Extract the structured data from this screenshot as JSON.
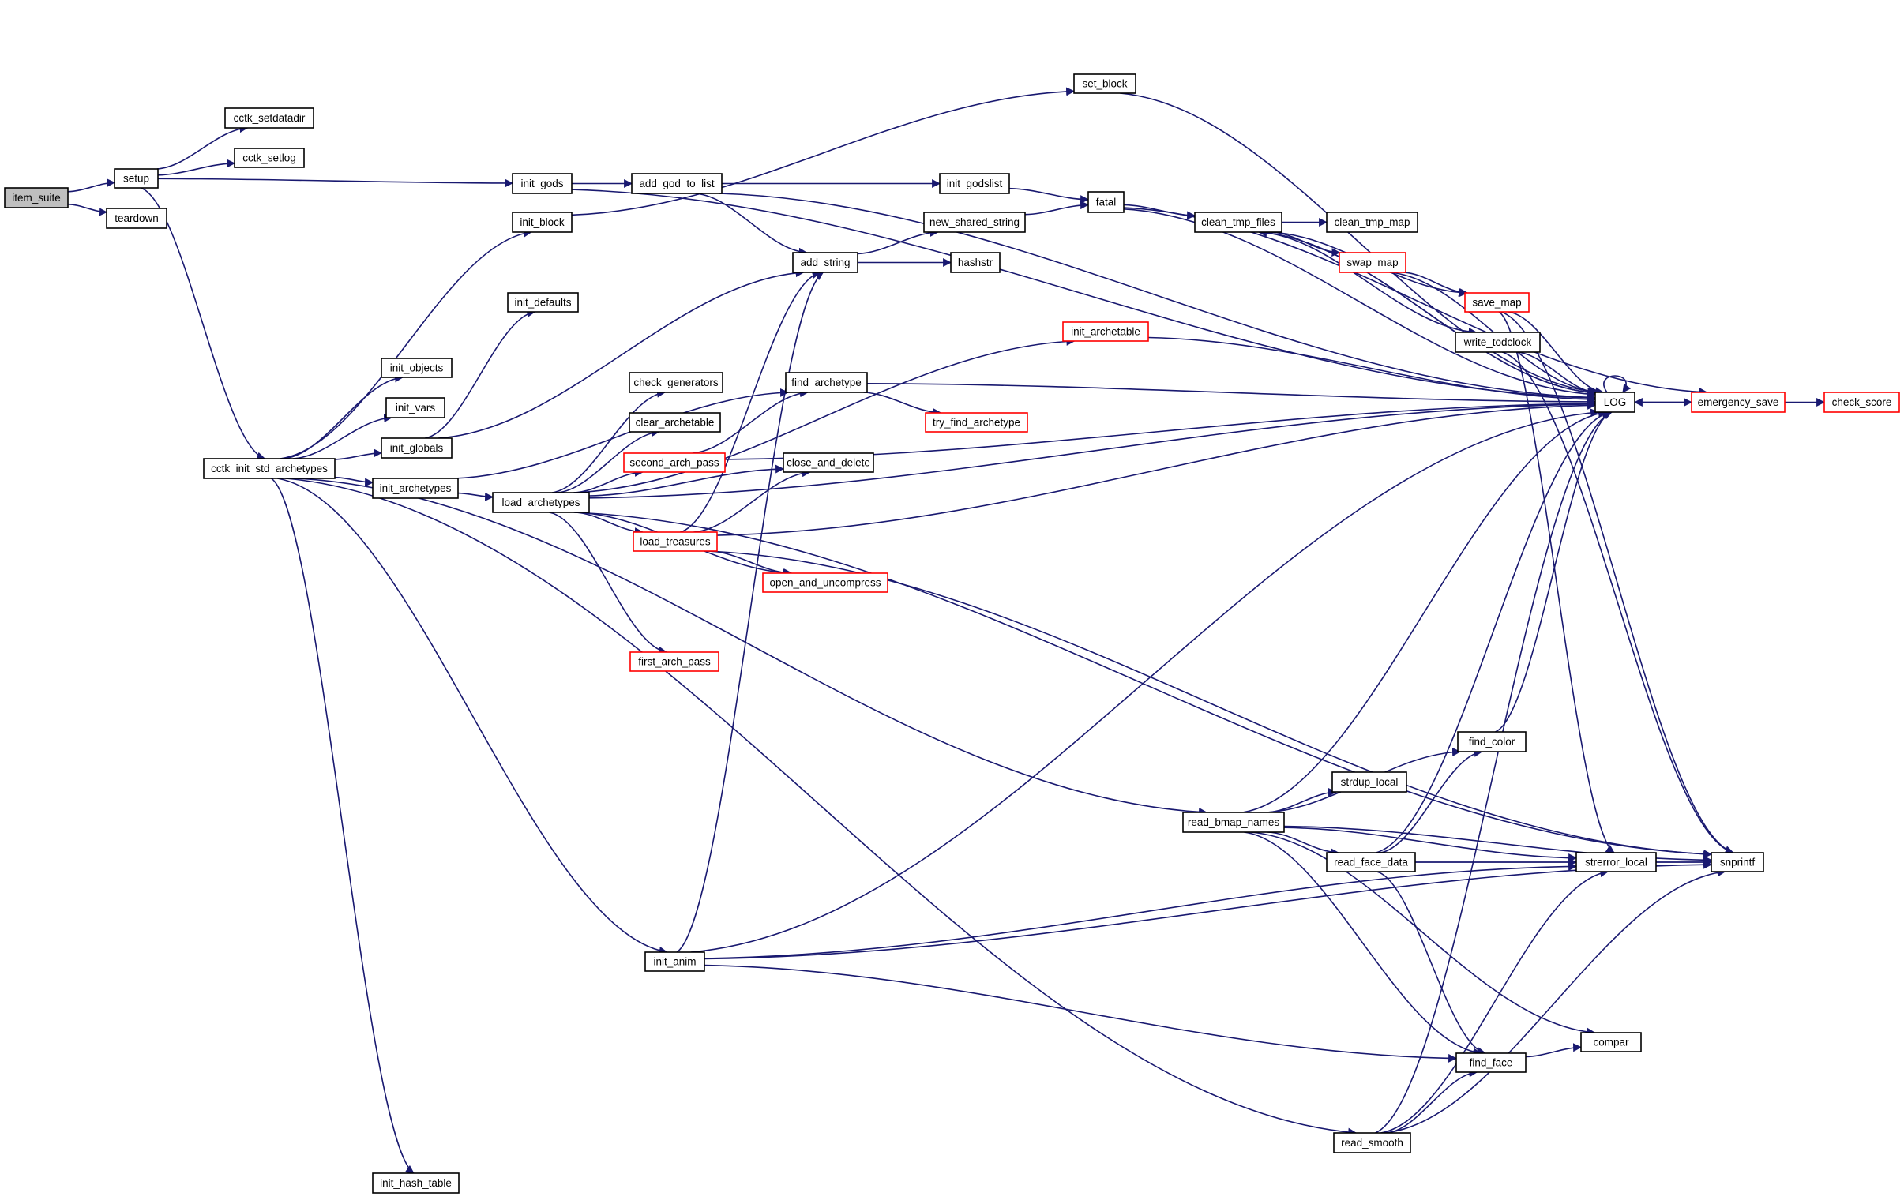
{
  "title": "item_suite call graph",
  "colors": {
    "edge": "#191970",
    "node_border": "#000000",
    "node_border_truncated": "#ff0000",
    "root_fill": "#bfbfbf",
    "node_fill": "#ffffff"
  },
  "nodes": [
    {
      "id": "item_suite",
      "label": "item_suite",
      "style": "root"
    },
    {
      "id": "setup",
      "label": "setup",
      "style": "normal"
    },
    {
      "id": "teardown",
      "label": "teardown",
      "style": "normal"
    },
    {
      "id": "cctk_setdatadir",
      "label": "cctk_setdatadir",
      "style": "normal"
    },
    {
      "id": "cctk_setlog",
      "label": "cctk_setlog",
      "style": "normal"
    },
    {
      "id": "init_gods",
      "label": "init_gods",
      "style": "normal"
    },
    {
      "id": "add_god_to_list",
      "label": "add_god_to_list",
      "style": "normal"
    },
    {
      "id": "init_godslist",
      "label": "init_godslist",
      "style": "normal"
    },
    {
      "id": "set_block",
      "label": "set_block",
      "style": "normal"
    },
    {
      "id": "fatal",
      "label": "fatal",
      "style": "normal"
    },
    {
      "id": "init_block",
      "label": "init_block",
      "style": "normal"
    },
    {
      "id": "new_shared_string",
      "label": "new_shared_string",
      "style": "normal"
    },
    {
      "id": "add_string",
      "label": "add_string",
      "style": "normal"
    },
    {
      "id": "hashstr",
      "label": "hashstr",
      "style": "normal"
    },
    {
      "id": "clean_tmp_files",
      "label": "clean_tmp_files",
      "style": "normal"
    },
    {
      "id": "clean_tmp_map",
      "label": "clean_tmp_map",
      "style": "normal"
    },
    {
      "id": "swap_map",
      "label": "swap_map",
      "style": "truncated"
    },
    {
      "id": "save_map",
      "label": "save_map",
      "style": "truncated"
    },
    {
      "id": "write_todclock",
      "label": "write_todclock",
      "style": "normal"
    },
    {
      "id": "init_defaults",
      "label": "init_defaults",
      "style": "normal"
    },
    {
      "id": "init_archetable",
      "label": "init_archetable",
      "style": "truncated"
    },
    {
      "id": "init_objects",
      "label": "init_objects",
      "style": "normal"
    },
    {
      "id": "find_archetype",
      "label": "find_archetype",
      "style": "normal"
    },
    {
      "id": "check_generators",
      "label": "check_generators",
      "style": "normal"
    },
    {
      "id": "try_find_archetype",
      "label": "try_find_archetype",
      "style": "truncated"
    },
    {
      "id": "LOG",
      "label": "LOG",
      "style": "normal"
    },
    {
      "id": "emergency_save",
      "label": "emergency_save",
      "style": "truncated"
    },
    {
      "id": "check_score",
      "label": "check_score",
      "style": "truncated"
    },
    {
      "id": "init_vars",
      "label": "init_vars",
      "style": "normal"
    },
    {
      "id": "clear_archetable",
      "label": "clear_archetable",
      "style": "normal"
    },
    {
      "id": "init_globals",
      "label": "init_globals",
      "style": "normal"
    },
    {
      "id": "second_arch_pass",
      "label": "second_arch_pass",
      "style": "truncated"
    },
    {
      "id": "close_and_delete",
      "label": "close_and_delete",
      "style": "normal"
    },
    {
      "id": "cctk_init_std_archetypes",
      "label": "cctk_init_std_archetypes",
      "style": "normal"
    },
    {
      "id": "init_archetypes",
      "label": "init_archetypes",
      "style": "normal"
    },
    {
      "id": "load_archetypes",
      "label": "load_archetypes",
      "style": "normal"
    },
    {
      "id": "load_treasures",
      "label": "load_treasures",
      "style": "truncated"
    },
    {
      "id": "open_and_uncompress",
      "label": "open_and_uncompress",
      "style": "truncated"
    },
    {
      "id": "first_arch_pass",
      "label": "first_arch_pass",
      "style": "truncated"
    },
    {
      "id": "find_color",
      "label": "find_color",
      "style": "normal"
    },
    {
      "id": "strdup_local",
      "label": "strdup_local",
      "style": "normal"
    },
    {
      "id": "read_bmap_names",
      "label": "read_bmap_names",
      "style": "normal"
    },
    {
      "id": "read_face_data",
      "label": "read_face_data",
      "style": "normal"
    },
    {
      "id": "strerror_local",
      "label": "strerror_local",
      "style": "normal"
    },
    {
      "id": "snprintf",
      "label": "snprintf",
      "style": "normal"
    },
    {
      "id": "init_anim",
      "label": "init_anim",
      "style": "normal"
    },
    {
      "id": "compar",
      "label": "compar",
      "style": "normal"
    },
    {
      "id": "find_face",
      "label": "find_face",
      "style": "normal"
    },
    {
      "id": "read_smooth",
      "label": "read_smooth",
      "style": "normal"
    },
    {
      "id": "init_hash_table",
      "label": "init_hash_table",
      "style": "normal"
    }
  ],
  "edges": [
    [
      "item_suite",
      "setup"
    ],
    [
      "item_suite",
      "teardown"
    ],
    [
      "setup",
      "cctk_setdatadir"
    ],
    [
      "setup",
      "cctk_setlog"
    ],
    [
      "setup",
      "init_gods"
    ],
    [
      "setup",
      "cctk_init_std_archetypes"
    ],
    [
      "init_gods",
      "add_god_to_list"
    ],
    [
      "init_gods",
      "LOG"
    ],
    [
      "add_god_to_list",
      "init_godslist"
    ],
    [
      "add_god_to_list",
      "add_string"
    ],
    [
      "add_god_to_list",
      "LOG"
    ],
    [
      "init_godslist",
      "fatal"
    ],
    [
      "init_block",
      "set_block"
    ],
    [
      "set_block",
      "LOG"
    ],
    [
      "add_string",
      "new_shared_string"
    ],
    [
      "add_string",
      "hashstr"
    ],
    [
      "new_shared_string",
      "fatal"
    ],
    [
      "fatal",
      "clean_tmp_files"
    ],
    [
      "fatal",
      "emergency_save"
    ],
    [
      "fatal",
      "LOG"
    ],
    [
      "clean_tmp_files",
      "clean_tmp_map"
    ],
    [
      "clean_tmp_files",
      "swap_map"
    ],
    [
      "clean_tmp_files",
      "save_map"
    ],
    [
      "clean_tmp_files",
      "write_todclock"
    ],
    [
      "clean_tmp_files",
      "LOG"
    ],
    [
      "swap_map",
      "save_map"
    ],
    [
      "swap_map",
      "LOG"
    ],
    [
      "save_map",
      "LOG"
    ],
    [
      "save_map",
      "snprintf"
    ],
    [
      "save_map",
      "strerror_local"
    ],
    [
      "write_todclock",
      "LOG"
    ],
    [
      "write_todclock",
      "snprintf"
    ],
    [
      "LOG",
      "LOG"
    ],
    [
      "LOG",
      "clean_tmp_files"
    ],
    [
      "LOG",
      "emergency_save"
    ],
    [
      "emergency_save",
      "LOG"
    ],
    [
      "emergency_save",
      "check_score"
    ],
    [
      "cctk_init_std_archetypes",
      "init_block"
    ],
    [
      "cctk_init_std_archetypes",
      "init_objects"
    ],
    [
      "cctk_init_std_archetypes",
      "init_vars"
    ],
    [
      "cctk_init_std_archetypes",
      "init_globals"
    ],
    [
      "cctk_init_std_archetypes",
      "init_archetypes"
    ],
    [
      "cctk_init_std_archetypes",
      "read_bmap_names"
    ],
    [
      "cctk_init_std_archetypes",
      "init_anim"
    ],
    [
      "cctk_init_std_archetypes",
      "read_smooth"
    ],
    [
      "cctk_init_std_archetypes",
      "init_hash_table"
    ],
    [
      "init_globals",
      "init_defaults"
    ],
    [
      "init_globals",
      "add_string"
    ],
    [
      "init_archetypes",
      "load_archetypes"
    ],
    [
      "init_archetypes",
      "find_archetype"
    ],
    [
      "load_archetypes",
      "check_generators"
    ],
    [
      "load_archetypes",
      "clear_archetable"
    ],
    [
      "load_archetypes",
      "second_arch_pass"
    ],
    [
      "load_archetypes",
      "close_and_delete"
    ],
    [
      "load_archetypes",
      "load_treasures"
    ],
    [
      "load_archetypes",
      "open_and_uncompress"
    ],
    [
      "load_archetypes",
      "first_arch_pass"
    ],
    [
      "load_archetypes",
      "init_archetable"
    ],
    [
      "load_archetypes",
      "LOG"
    ],
    [
      "load_archetypes",
      "snprintf"
    ],
    [
      "find_archetype",
      "try_find_archetype"
    ],
    [
      "find_archetype",
      "LOG"
    ],
    [
      "second_arch_pass",
      "find_archetype"
    ],
    [
      "second_arch_pass",
      "LOG"
    ],
    [
      "load_treasures",
      "add_string"
    ],
    [
      "load_treasures",
      "close_and_delete"
    ],
    [
      "load_treasures",
      "open_and_uncompress"
    ],
    [
      "load_treasures",
      "LOG"
    ],
    [
      "load_treasures",
      "snprintf"
    ],
    [
      "init_archetable",
      "LOG"
    ],
    [
      "read_bmap_names",
      "find_color"
    ],
    [
      "read_bmap_names",
      "strdup_local"
    ],
    [
      "read_bmap_names",
      "read_face_data"
    ],
    [
      "read_bmap_names",
      "strerror_local"
    ],
    [
      "read_bmap_names",
      "snprintf"
    ],
    [
      "read_bmap_names",
      "find_face"
    ],
    [
      "read_bmap_names",
      "compar"
    ],
    [
      "read_bmap_names",
      "LOG"
    ],
    [
      "read_face_data",
      "find_color"
    ],
    [
      "read_face_data",
      "strerror_local"
    ],
    [
      "read_face_data",
      "snprintf"
    ],
    [
      "read_face_data",
      "find_face"
    ],
    [
      "read_face_data",
      "LOG"
    ],
    [
      "find_color",
      "LOG"
    ],
    [
      "strerror_local",
      "snprintf"
    ],
    [
      "init_anim",
      "add_string"
    ],
    [
      "init_anim",
      "LOG"
    ],
    [
      "init_anim",
      "strerror_local"
    ],
    [
      "init_anim",
      "find_face"
    ],
    [
      "init_anim",
      "snprintf"
    ],
    [
      "find_face",
      "compar"
    ],
    [
      "read_smooth",
      "find_face"
    ],
    [
      "read_smooth",
      "strerror_local"
    ],
    [
      "read_smooth",
      "snprintf"
    ],
    [
      "read_smooth",
      "LOG"
    ]
  ]
}
